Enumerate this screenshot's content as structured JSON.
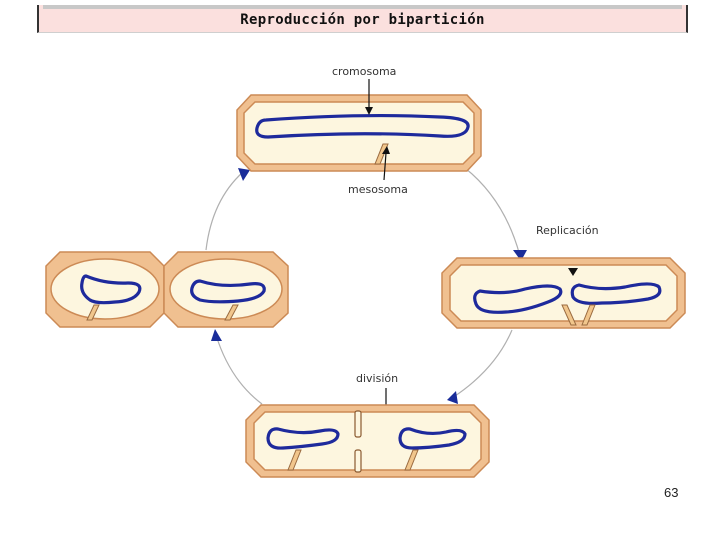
{
  "title": "Reproducción  por bipartición",
  "labels": {
    "chromosome": "cromosoma",
    "mesosome": "mesosoma",
    "replication": "Replicación",
    "division": "división"
  },
  "page_number": "63",
  "colors": {
    "title_bg": "#fbe0de",
    "cell_wall": "#f0c090",
    "cytoplasm": "#fdf6df",
    "chromosome": "#1e2a9c",
    "cycle_arrow": "#1a2d9a"
  }
}
